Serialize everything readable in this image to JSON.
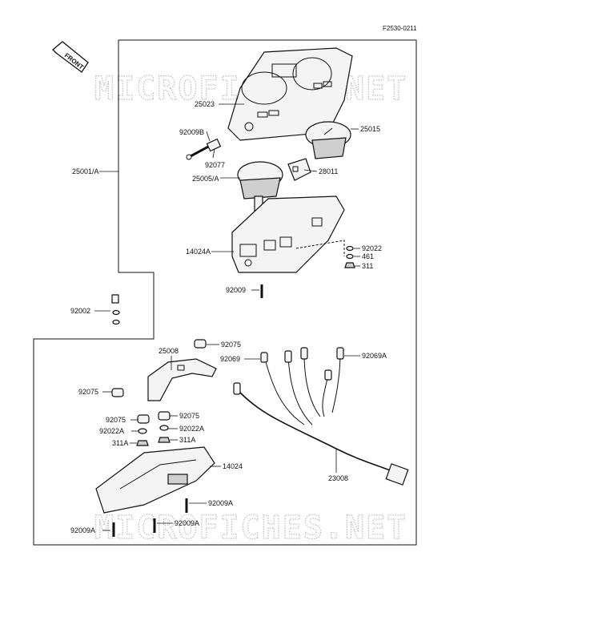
{
  "figure_code": "F2530-0211",
  "front_label": "FRONT",
  "watermark": "MICROFICHES.NET",
  "parts": {
    "p25023": "25023",
    "p92009B": "92009B",
    "p92077": "92077",
    "p25001A": "25001/A",
    "p25005A": "25005/A",
    "p28011": "28011",
    "p25015": "25015",
    "p14024A": "14024A",
    "p92022": "92022",
    "p461": "461",
    "p311": "311",
    "p92009": "92009",
    "p92002": "92002",
    "p25008": "25008",
    "p92075_a": "92075",
    "p92069": "92069",
    "p92069A": "92069A",
    "p92075_b": "92075",
    "p92075_c": "92075",
    "p92075_d": "92075",
    "p92022A_l": "92022A",
    "p92022A_r": "92022A",
    "p311A_l": "311A",
    "p311A_r": "311A",
    "p14024": "14024",
    "p23008": "23008",
    "p92009A_r": "92009A",
    "p92009A_m": "92009A",
    "p92009A_l": "92009A"
  },
  "colors": {
    "ink": "#111111",
    "watermark": "#bdbdbd",
    "background": "#ffffff"
  }
}
